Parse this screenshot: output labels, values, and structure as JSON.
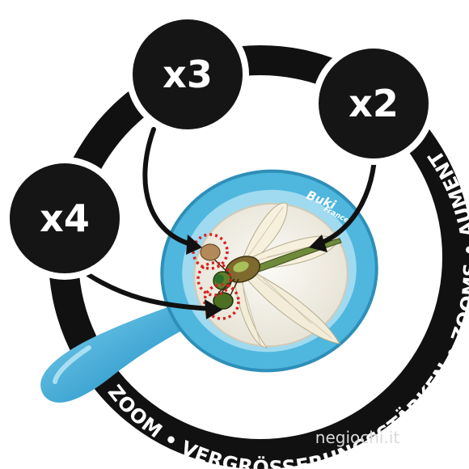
{
  "badges": [
    {
      "key": "x3",
      "label": "x3"
    },
    {
      "key": "x2",
      "label": "x2"
    },
    {
      "key": "x4",
      "label": "x4"
    }
  ],
  "ring_text": "ZOOM • VERGRÖSSERUNGSSTÄRKEN • ZOOMS • AUMENTOS",
  "brand": {
    "name": "Buki",
    "sub": "France"
  },
  "watermark": "negiochi.it",
  "colors": {
    "ring": "#111111",
    "badge_fill": "#151515",
    "badge_border": "#ffffff",
    "magnifier_blue": "#4fb7dd",
    "magnifier_blue_dark": "#2e8fb8",
    "highlight_circle": "#d82020",
    "lens": "#f3f1ea"
  },
  "icons": [
    "magnifier-icon",
    "dragonfly-icon"
  ]
}
